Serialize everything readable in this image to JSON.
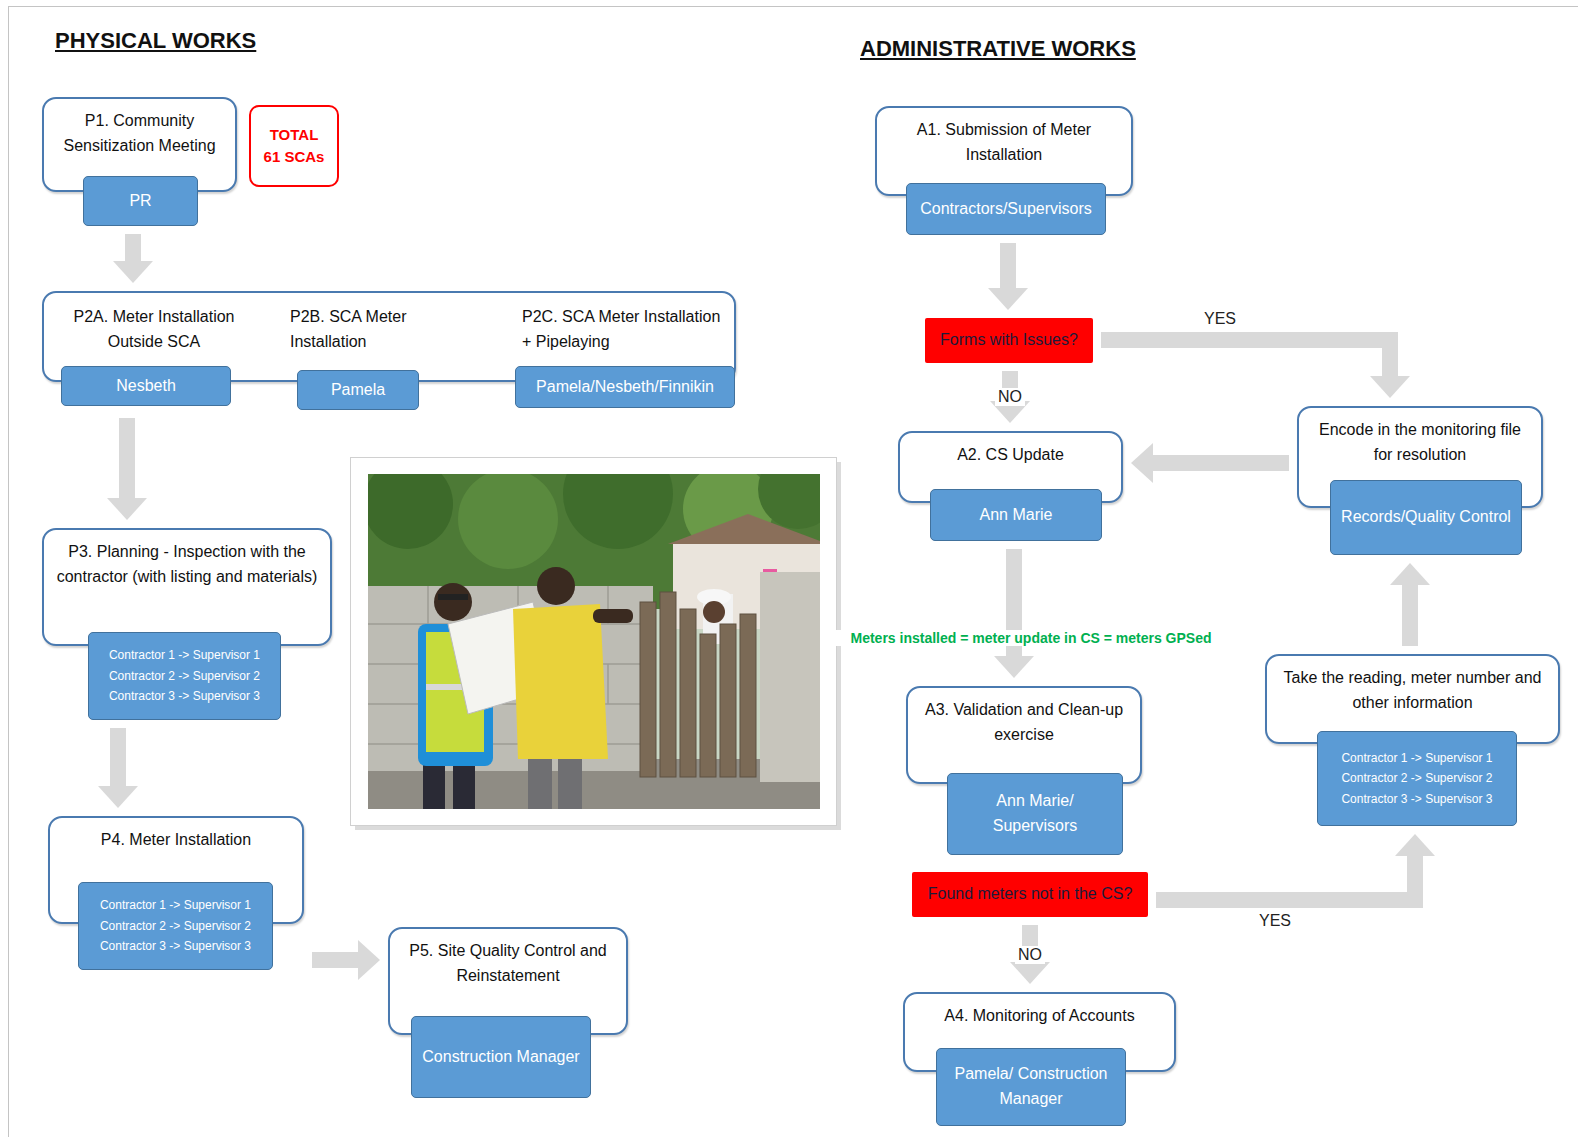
{
  "diagram": {
    "nodes": [
      {
        "text": [
          "P1. Community Sensitization Meeting"
        ]
      },
      {
        "text": [
          "PR"
        ],
        "in": 0
      },
      {
        "text": [
          "TOTAL 61 SCAs"
        ]
      },
      {
        "text": [
          "P2A. Meter Installation Outside SCA",
          "P2B. SCA Meter Installation",
          "P2C. SCA Meter Installation + Pipelaying"
        ]
      },
      {
        "text": [
          "Nesbeth"
        ],
        "in": 3
      },
      {
        "text": [
          "Pamela"
        ],
        "in": 3
      },
      {
        "text": [
          "Pamela/Nesbeth/Finnikin"
        ],
        "in": 3
      },
      {
        "text": [
          "P3. Planning - Inspection with the contractor (with listing and materials)"
        ]
      },
      {
        "text": [
          "Contractor 1 -> Supervisor 1",
          "Contractor 2 -> Supervisor 2",
          "Contractor 3 -> Supervisor 3"
        ],
        "in": 7
      },
      {
        "text": [
          "P4. Meter Installation"
        ]
      },
      {
        "text": [
          "Contractor 1 -> Supervisor 1",
          "Contractor 2 -> Supervisor 2",
          "Contractor 3 -> Supervisor 3"
        ],
        "in": 9
      },
      {
        "text": [
          "P5. Site Quality Control and Reinstatement"
        ]
      },
      {
        "text": [
          "Construction Manager"
        ],
        "in": 11
      },
      {
        "text": [
          "A1. Submission of Meter Installation"
        ]
      },
      {
        "text": [
          "Contractors/Supervisors"
        ],
        "in": 13
      },
      {
        "text": [
          "Forms with Issues?"
        ]
      },
      {
        "text": [
          "A2. CS Update"
        ]
      },
      {
        "text": [
          "Ann Marie"
        ],
        "in": 16
      },
      {
        "text": [
          "Encode in the monitoring file for resolution"
        ]
      },
      {
        "text": [
          "Records/Quality Control"
        ],
        "in": 18
      },
      {
        "text": [
          "Take the reading, meter number and other information"
        ]
      },
      {
        "text": [
          "Contractor 1 -> Supervisor 1",
          "Contractor 2 -> Supervisor 2",
          "Contractor 3 -> Supervisor 3"
        ],
        "in": 20
      },
      {
        "text": [
          "A3. Validation and Clean-up exercise"
        ]
      },
      {
        "text": [
          "Ann Marie/ Supervisors"
        ],
        "in": 22
      },
      {
        "text": [
          "Found meters not in the CS?"
        ]
      },
      {
        "text": [
          "A4. Monitoring of Accounts"
        ]
      },
      {
        "text": [
          "Pamela/ Construction Manager"
        ],
        "in": 25
      }
    ],
    "edges": [
      {
        "from": 0,
        "to": 3,
        "arrow": "to"
      },
      {
        "from": 3,
        "to": 7,
        "arrow": "to"
      },
      {
        "from": 7,
        "to": 9,
        "arrow": "to"
      },
      {
        "from": 9,
        "to": 11,
        "arrow": "to"
      },
      {
        "from": 13,
        "to": 15,
        "arrow": "to"
      },
      {
        "from": 15,
        "to": 16,
        "label": "NO",
        "arrow": "to"
      },
      {
        "from": 15,
        "to": 18,
        "label": "YES",
        "arrow": "to"
      },
      {
        "from": 18,
        "to": 16,
        "arrow": "to"
      },
      {
        "from": 16,
        "to": 22,
        "arrow": "to"
      },
      {
        "from": 24,
        "to": 25,
        "label": "NO",
        "arrow": "to"
      },
      {
        "from": 24,
        "to": 20,
        "label": "YES",
        "arrow": "to"
      },
      {
        "from": 20,
        "to": 18,
        "arrow": "to"
      }
    ],
    "labels": [
      "PHYSICAL WORKS",
      "ADMINISTRATIVE WORKS",
      "Meters installed = meter update in CS = meters GPSed"
    ]
  }
}
